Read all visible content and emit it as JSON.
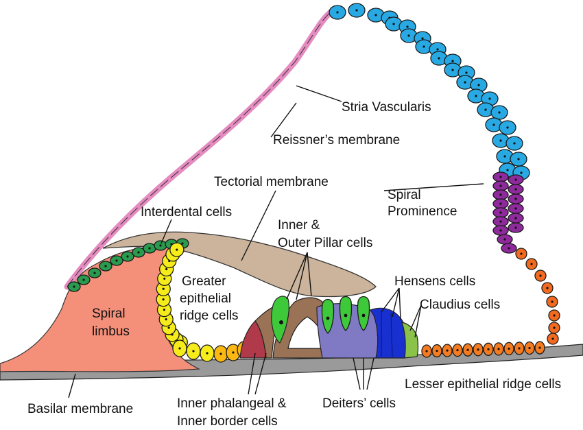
{
  "labels": {
    "stria_vascularis": "Stria Vascularis",
    "reissners_membrane": "Reissner’s membrane",
    "tectorial_membrane": "Tectorial membrane",
    "spiral_prominence_1": "Spiral",
    "spiral_prominence_2": "Prominence",
    "interdental_cells": "Interdental cells",
    "inner_outer_pillar_1": "Inner &",
    "inner_outer_pillar_2": "Outer Pillar cells",
    "hensens_cells": "Hensens cells",
    "claudius_cells": "Claudius cells",
    "greater_ridge_1": "Greater",
    "greater_ridge_2": "epithelial",
    "greater_ridge_3": "ridge cells",
    "spiral_limbus_1": "Spiral",
    "spiral_limbus_2": "limbus",
    "lesser_ridge": "Lesser epithelial ridge cells",
    "basilar_membrane": "Basilar membrane",
    "inner_phalangeal_1": "Inner phalangeal &",
    "inner_phalangeal_2": "Inner border cells",
    "deiters_cells": "Deiters’ cells"
  },
  "colors": {
    "reissner": "#e58bc0",
    "stria": "#29a9e3",
    "spiral_prominence": "#8e2a9c",
    "outer_sulcus": "#f26a1f",
    "limbus": "#f4907a",
    "interdental": "#2a9b4e",
    "greater_ridge": "#f7ec1b",
    "yellow_orange": "#fbb813",
    "orange": "#f47b20",
    "tectorial": "#cbb49b",
    "inner_phalangeal": "#b0394a",
    "pillar": "#9a7256",
    "hair_cell": "#3ec93a",
    "deiters": "#8079c4",
    "hensens": "#1830d0",
    "claudius": "#8bc34a",
    "basilar": "#9a9a9a"
  }
}
